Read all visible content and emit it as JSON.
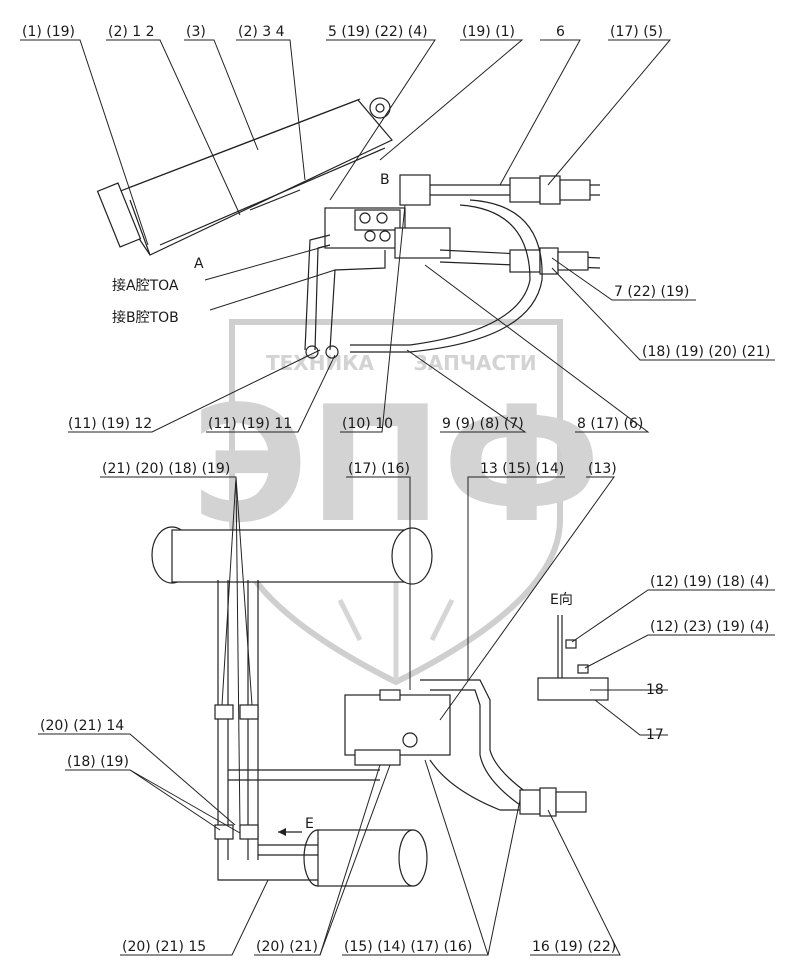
{
  "watermark": {
    "big_text": "ЭПФ",
    "left_text": "ТЕХНИКА",
    "right_text": "ЗАПЧАСТИ"
  },
  "labels": {
    "top_1": "(1) (19)",
    "top_2": "(2) 1 2",
    "top_3": "(3)",
    "top_4": "(2) 3 4",
    "top_5": "5 (19) (22) (4)",
    "top_6": "(19) (1)",
    "top_7": "6",
    "top_8": "(17) (5)",
    "port_a": "A",
    "port_b": "B",
    "connect_a": "接A腔TOA",
    "connect_b": "接B腔TOB",
    "r_7": "7 (22) (19)",
    "r_18": "(18) (19) (20) (21)",
    "m_11a": "(11) (19) 12",
    "m_11b": "(11) (19) 11",
    "m_10": "(10) 10",
    "m_9": "9 (9) (8) (7)",
    "m_8": "8 (17) (6)",
    "l_21": "(21) (20) (18) (19)",
    "c_17": "(17) (16)",
    "c_13": "13 (15) (14)",
    "c_13b": "(13)",
    "e_view": "E向",
    "e_12a": "(12) (19) (18) (4)",
    "e_12b": "(12) (23) (19) (4)",
    "e_18": "18",
    "e_17": "17",
    "l_20": "(20) (21) 14",
    "l_18": "(18) (19)",
    "arrow_e": "E",
    "b_20a": "(20) (21) 15",
    "b_20b": "(20) (21)",
    "b_15": "(15) (14) (17) (16)",
    "b_16": "16 (19) (22)"
  }
}
